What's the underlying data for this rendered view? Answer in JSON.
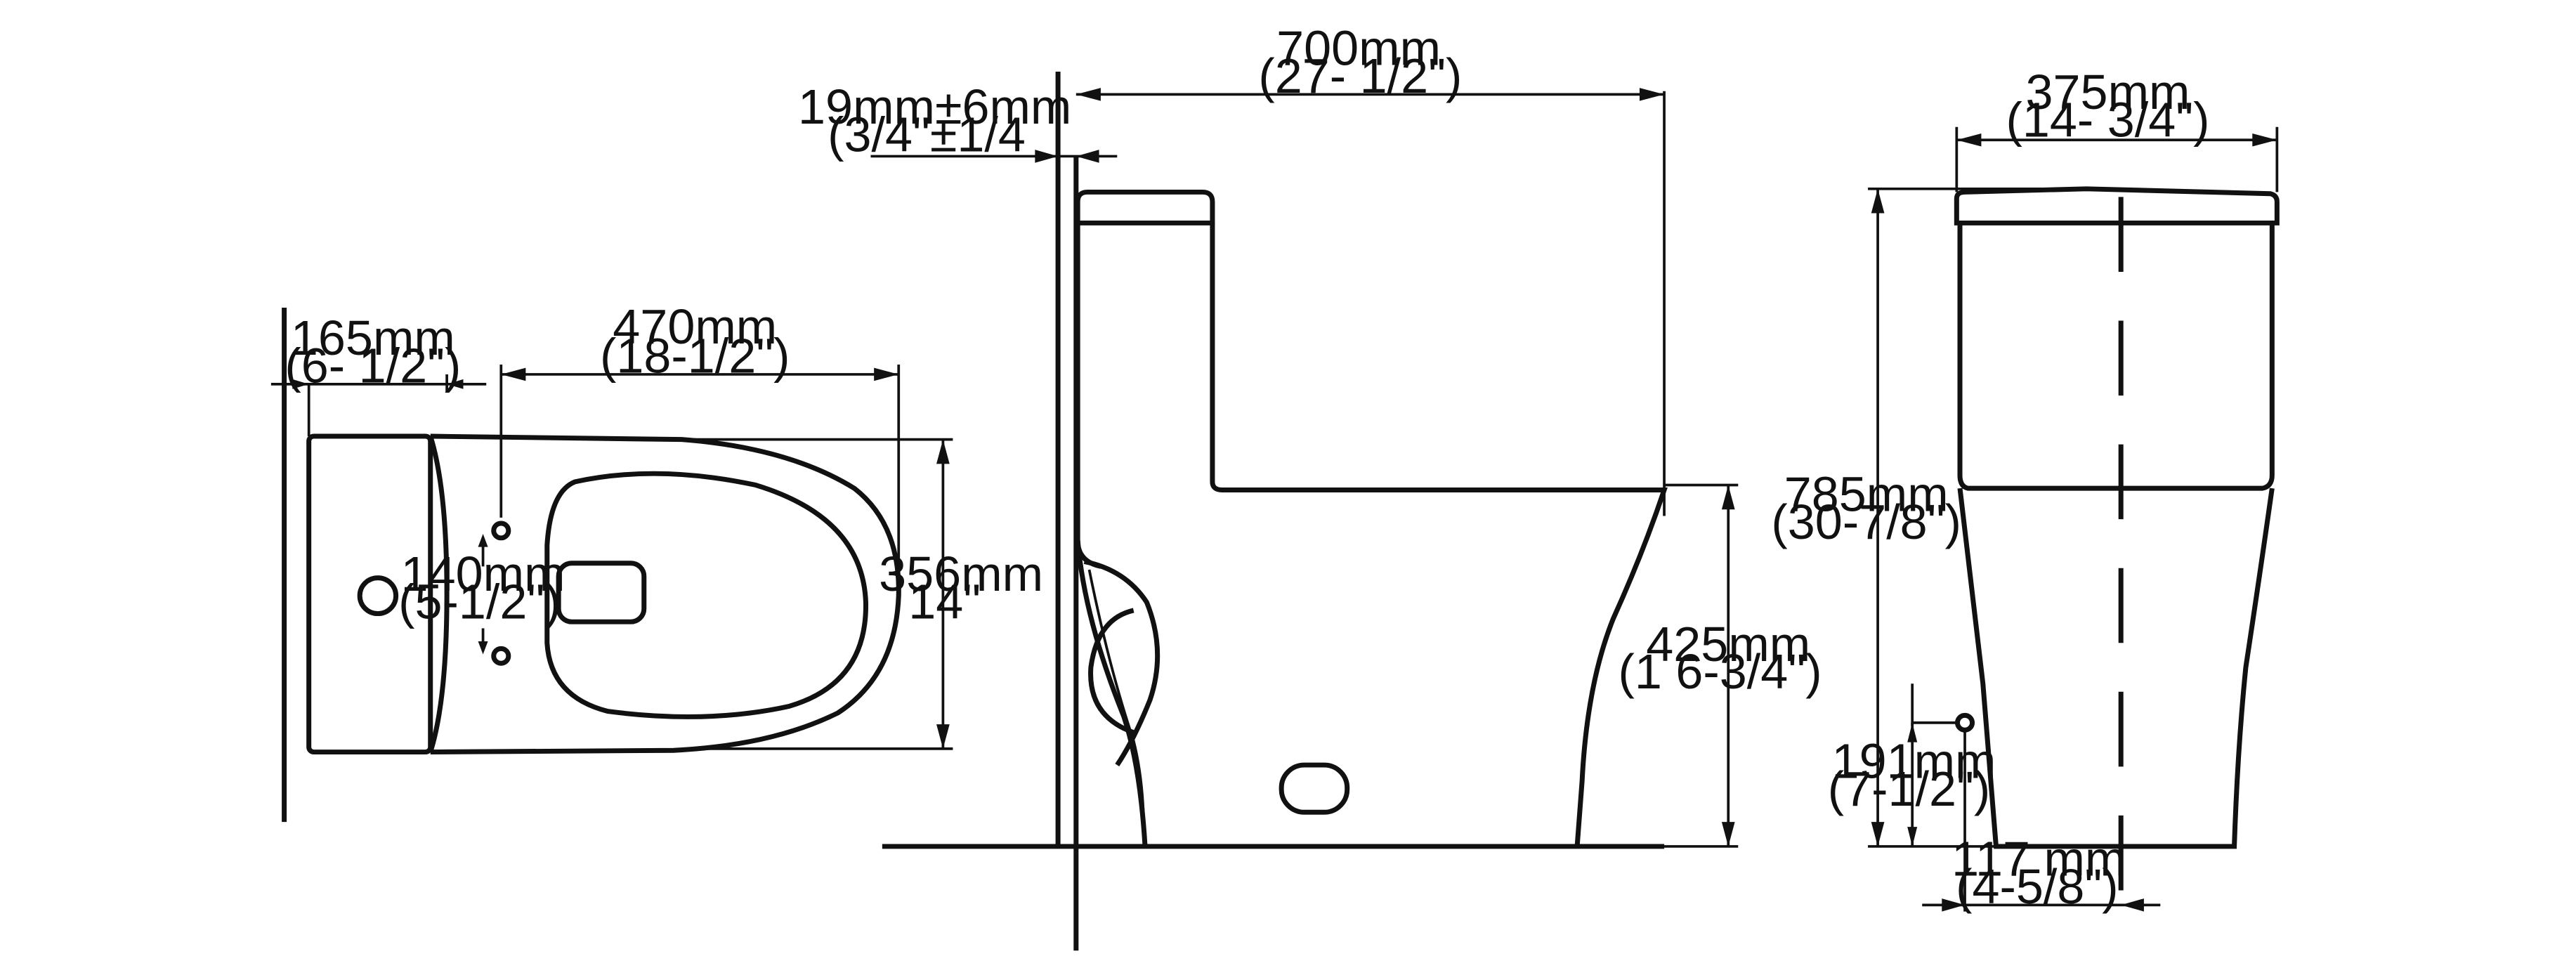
{
  "views": {
    "top": {
      "dims": {
        "tank_depth": {
          "mm": "165mm",
          "in": "(6- 1/2\")"
        },
        "bowl_length": {
          "mm": "470mm",
          "in": "(18-1/2\")"
        },
        "bolt_spacing": {
          "mm": "140mm",
          "in": "(5-1/2\")"
        },
        "width": {
          "mm": "356mm",
          "in": "14\""
        }
      }
    },
    "side": {
      "dims": {
        "overall_length": {
          "mm": "700mm",
          "in": "(27- 1/2\")"
        },
        "wall_gap": {
          "mm": "19mm±6mm",
          "in": "(3/4\"±1/4"
        },
        "seat_height": {
          "mm": "425mm",
          "in": "(1 6-3/4\")"
        }
      }
    },
    "rear": {
      "dims": {
        "tank_width": {
          "mm": "375mm",
          "in": "(14- 3/4\")"
        },
        "overall_height": {
          "mm": "785mm",
          "in": "(30-7/8\")"
        },
        "supply_height": {
          "mm": "191mm",
          "in": "(7-1/2\")"
        },
        "supply_offset": {
          "mm": "117 mm",
          "in": "(4-5/8\")"
        }
      }
    }
  }
}
